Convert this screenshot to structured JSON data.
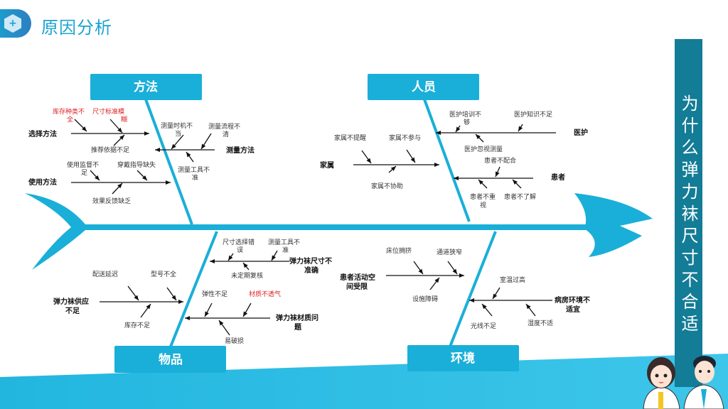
{
  "header": {
    "title": "原因分析",
    "icon": "medical-hexagon-icon"
  },
  "banner": {
    "text": "为什么弹力袜尺寸不合适"
  },
  "categories": {
    "method": "方法",
    "people": "人员",
    "material": "物品",
    "environment": "环境"
  },
  "method": {
    "choose": {
      "label": "选择方法",
      "causes": [
        [
          "库存种类不",
          "全"
        ],
        [
          "尺寸标准模",
          "糊"
        ],
        [
          "推荐依据不足"
        ]
      ]
    },
    "measure": {
      "label": "测量方法",
      "causes": [
        [
          "测量时机不",
          "当"
        ],
        [
          "测量流程不",
          "清"
        ],
        [
          "测量工具不",
          "准"
        ]
      ]
    },
    "use": {
      "label": "使用方法",
      "causes": [
        [
          "使用监督不",
          "足"
        ],
        [
          "穿戴指导缺失"
        ],
        [
          "效果反馈缺乏"
        ]
      ]
    }
  },
  "people": {
    "medical": {
      "label": "医护",
      "causes": [
        [
          "医护培训不",
          "够"
        ],
        [
          "医护知识不足"
        ],
        [
          "医护忽视测量"
        ]
      ]
    },
    "family": {
      "label": "家属",
      "causes": [
        [
          "家属不提醒"
        ],
        [
          "家属不参与"
        ],
        [
          "家属不协助"
        ]
      ]
    },
    "patient": {
      "label": "患者",
      "causes": [
        [
          "患者不配合"
        ],
        [
          "患者不重",
          "视"
        ],
        [
          "患者不了解"
        ]
      ]
    }
  },
  "material": {
    "size": {
      "label": [
        "弹力袜尺寸不",
        "准确"
      ],
      "causes": [
        [
          "尺寸选择错",
          "误"
        ],
        [
          "测量工具不",
          "准"
        ],
        [
          "未定期复核"
        ]
      ]
    },
    "supply": {
      "label": [
        "弹力袜供应",
        "不足"
      ],
      "causes": [
        [
          "配送延迟"
        ],
        [
          "型号不全"
        ],
        [
          "库存不足"
        ]
      ]
    },
    "quality": {
      "label": [
        "弹力袜材质问",
        "题"
      ],
      "causes": [
        [
          "弹性不足"
        ],
        [
          "材质不透气"
        ],
        [
          "易破损"
        ]
      ]
    }
  },
  "environment": {
    "space": {
      "label": [
        "患者活动空",
        "间受限"
      ],
      "causes": [
        [
          "床位拥挤"
        ],
        [
          "通道狭窄"
        ],
        [
          "设施障碍"
        ]
      ]
    },
    "ward": {
      "label": [
        "病房环境不",
        "适宜"
      ],
      "causes": [
        [
          "室温过高"
        ],
        [
          "光线不足"
        ],
        [
          "湿度不适"
        ]
      ]
    }
  },
  "colors": {
    "accent": "#1aafd8",
    "banner": "#137c96",
    "highlight": "#e02020"
  }
}
